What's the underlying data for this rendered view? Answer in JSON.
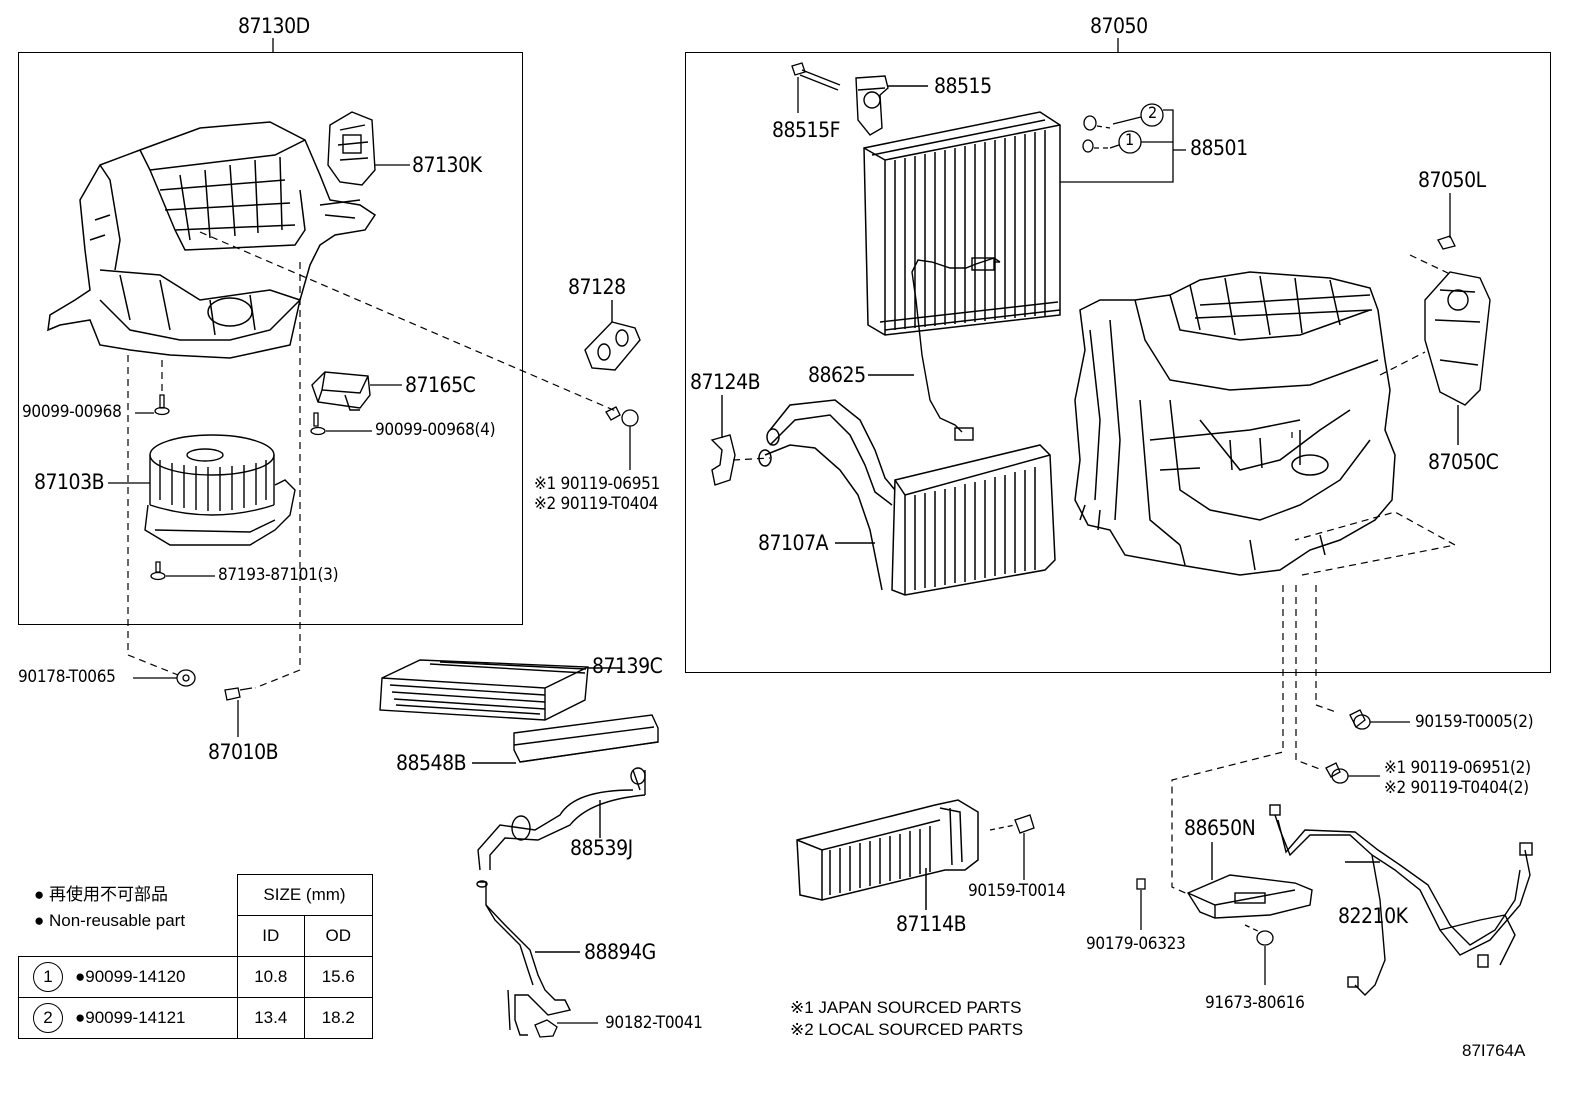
{
  "group_left": {
    "title": "87130D"
  },
  "group_right": {
    "title": "87050"
  },
  "labels": {
    "p87130K": "87130K",
    "p90099_00968": "90099-00968",
    "p87165C": "87165C",
    "p90099_00968_4": "90099-00968(4)",
    "p87103B": "87103B",
    "p87193_87101_3": "87193-87101(3)",
    "p90178_T0065": "90178-T0065",
    "p87010B": "87010B",
    "p87128": "87128",
    "p90119_06951_j": "※1 90119-06951",
    "p90119_T0404_l": "※2 90119-T0404",
    "p87139C": "87139C",
    "p88548B": "88548B",
    "p88539J": "88539J",
    "p88894G": "88894G",
    "p90182_T0041": "90182-T0041",
    "p88515": "88515",
    "p88515F": "88515F",
    "p88501": "88501",
    "p87050L": "87050L",
    "p87050C": "87050C",
    "p88625": "88625",
    "p87124B": "87124B",
    "p87107A": "87107A",
    "p90159_T0005_2": "90159-T0005(2)",
    "p90119_06951_2": "※1 90119-06951(2)",
    "p90119_T0404_2": "※2 90119-T0404(2)",
    "p88650N": "88650N",
    "p82210K": "82210K",
    "p90159_T0014": "90159-T0014",
    "p87114B": "87114B",
    "p90179_06323": "90179-06323",
    "p91673_80616": "91673-80616",
    "circle1": "1",
    "circle2": "2"
  },
  "legend": {
    "line_jp": "● 再使用不可部品",
    "line_en": "● Non-reusable part",
    "size_header": "SIZE (mm)",
    "id_header": "ID",
    "od_header": "OD",
    "rows": [
      {
        "key": "1",
        "part": "●90099-14120",
        "id": "10.8",
        "od": "15.6"
      },
      {
        "key": "2",
        "part": "●90099-14121",
        "id": "13.4",
        "od": "18.2"
      }
    ]
  },
  "notes": {
    "n1": "※1 JAPAN SOURCED PARTS",
    "n2": "※2 LOCAL SOURCED PARTS"
  },
  "diagram_code": "87I764A"
}
